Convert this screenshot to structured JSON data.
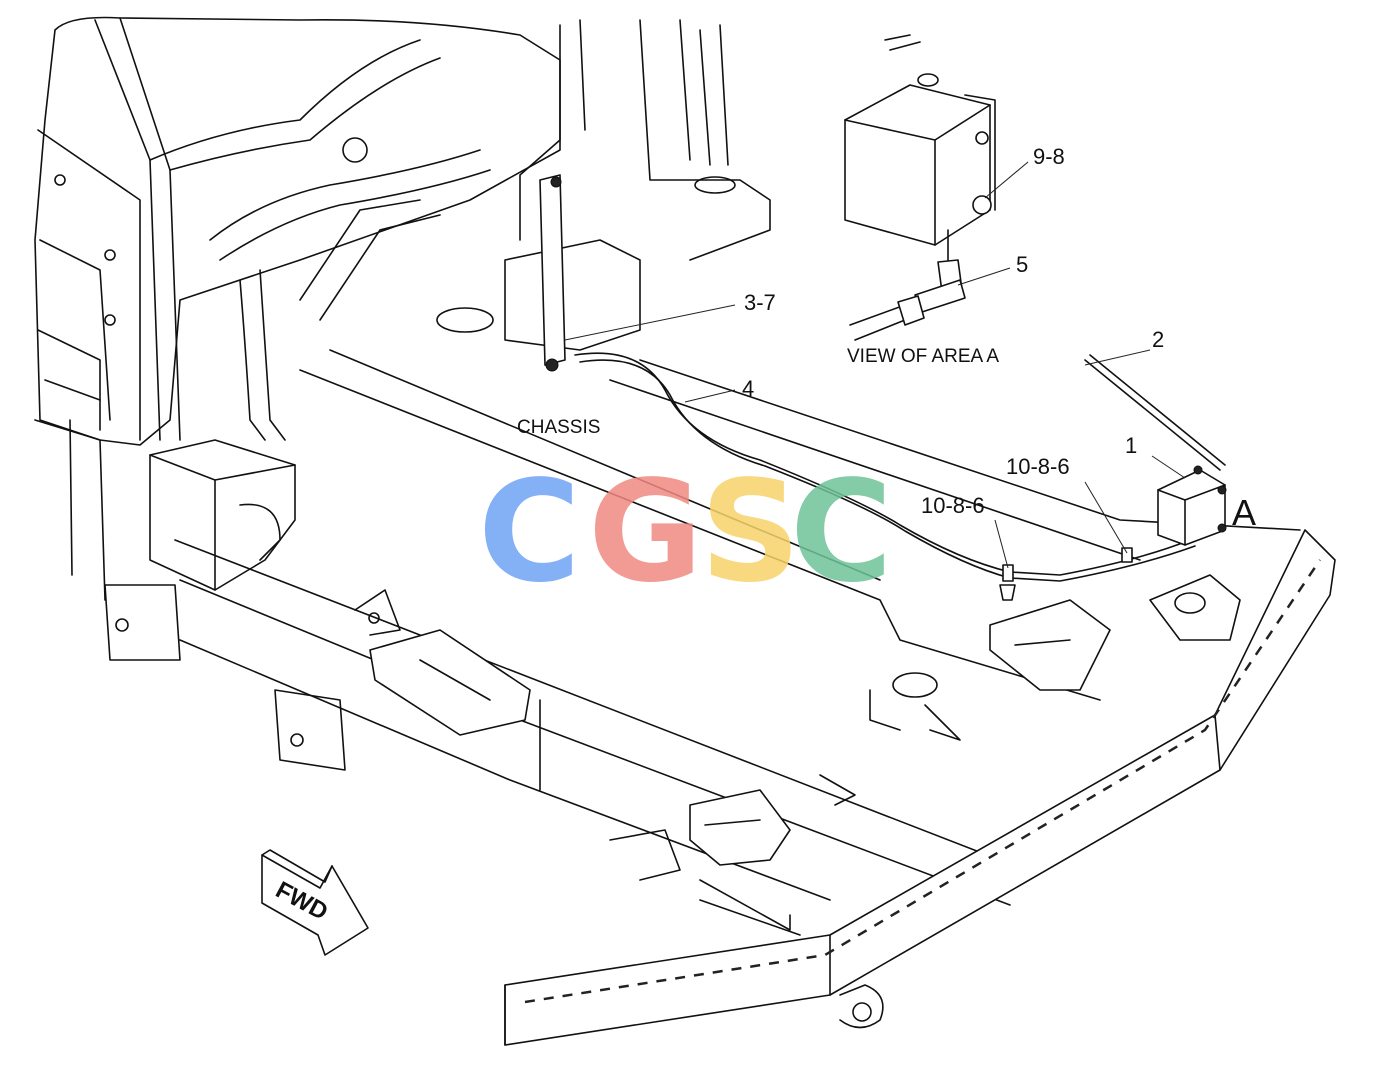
{
  "callouts": [
    {
      "id": "9-8",
      "label": "9-8"
    },
    {
      "id": "5",
      "label": "5"
    },
    {
      "id": "3-7",
      "label": "3-7"
    },
    {
      "id": "2",
      "label": "2"
    },
    {
      "id": "4",
      "label": "4"
    },
    {
      "id": "1",
      "label": "1"
    },
    {
      "id": "10-8-6-a",
      "label": "10-8-6"
    },
    {
      "id": "10-8-6-b",
      "label": "10-8-6"
    }
  ],
  "labels": {
    "view_of_area": "VIEW OF AREA  A",
    "chassis": "CHASSIS",
    "area_marker": "A",
    "fwd": "FWD"
  },
  "watermark": {
    "letters": [
      "C",
      "G",
      "S",
      "C"
    ],
    "colors": [
      "#6fa3f5",
      "#f08a82",
      "#f7d36a",
      "#6fc39a"
    ]
  }
}
